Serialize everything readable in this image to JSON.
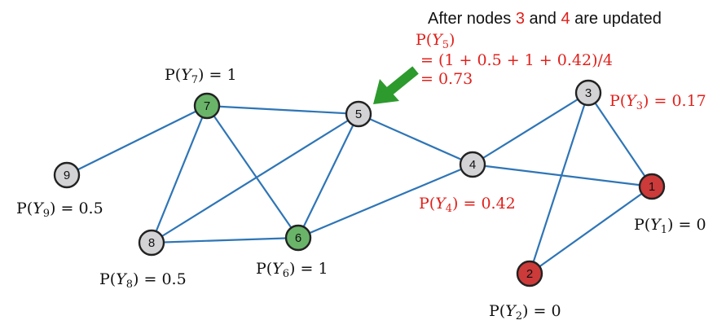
{
  "caption": {
    "prefix": "After nodes ",
    "node_a": "3",
    "middle": " and ",
    "node_b": "4",
    "suffix": " are updated"
  },
  "update_formula": {
    "var": "P",
    "sub": "5",
    "line1": "= (1 + 0.5 + 1 + 0.42)/4",
    "line2": "= 0.73"
  },
  "colors": {
    "edge": "#2e75b6",
    "gray": "#d3d3d5",
    "green": "#6ab46a",
    "red": "#cc3a3a",
    "highlight_text": "#e0201b",
    "arrow": "#2d9a2d"
  },
  "arrow_icon": "green-arrow-icon",
  "nodes": [
    {
      "id": "1",
      "fill": "red",
      "prob_sub": "1",
      "prob_value": "0",
      "label_color": "black"
    },
    {
      "id": "2",
      "fill": "red",
      "prob_sub": "2",
      "prob_value": "0",
      "label_color": "black"
    },
    {
      "id": "3",
      "fill": "gray",
      "prob_sub": "3",
      "prob_value": "0.17",
      "label_color": "red"
    },
    {
      "id": "4",
      "fill": "gray",
      "prob_sub": "4",
      "prob_value": "0.42",
      "label_color": "red"
    },
    {
      "id": "5",
      "fill": "gray",
      "prob_sub": "",
      "prob_value": "",
      "label_color": "black"
    },
    {
      "id": "6",
      "fill": "green",
      "prob_sub": "6",
      "prob_value": "1",
      "label_color": "black"
    },
    {
      "id": "7",
      "fill": "green",
      "prob_sub": "7",
      "prob_value": "1",
      "label_color": "black"
    },
    {
      "id": "8",
      "fill": "gray",
      "prob_sub": "8",
      "prob_value": "0.5",
      "label_color": "black"
    },
    {
      "id": "9",
      "fill": "gray",
      "prob_sub": "9",
      "prob_value": "0.5",
      "label_color": "black"
    }
  ],
  "edges": [
    [
      "9",
      "7"
    ],
    [
      "7",
      "5"
    ],
    [
      "7",
      "8"
    ],
    [
      "7",
      "6"
    ],
    [
      "5",
      "8"
    ],
    [
      "5",
      "6"
    ],
    [
      "5",
      "4"
    ],
    [
      "8",
      "6"
    ],
    [
      "6",
      "4"
    ],
    [
      "4",
      "3"
    ],
    [
      "4",
      "1"
    ],
    [
      "3",
      "1"
    ],
    [
      "3",
      "2"
    ],
    [
      "2",
      "1"
    ]
  ]
}
